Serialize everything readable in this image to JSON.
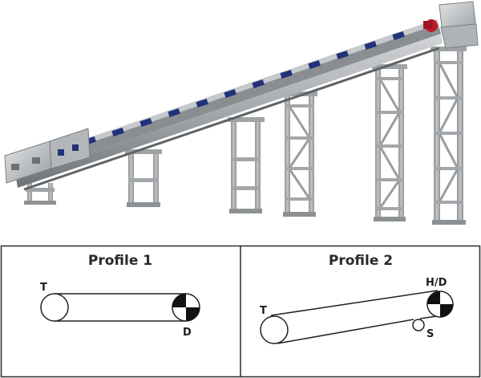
{
  "panels": [
    {
      "title": "Profile 1",
      "labels": {
        "tail": "T",
        "drive": "D"
      }
    },
    {
      "title": "Profile 2",
      "labels": {
        "tail": "T",
        "head_drive": "H/D",
        "snub": "S"
      }
    }
  ],
  "colors": {
    "steel": "#a9acae",
    "steel_dark": "#6e7275",
    "belt": "#5f6366",
    "idler": "#22327a",
    "motor": "#c0182a",
    "hopper": "#c9cccf",
    "outline": "#222222"
  }
}
